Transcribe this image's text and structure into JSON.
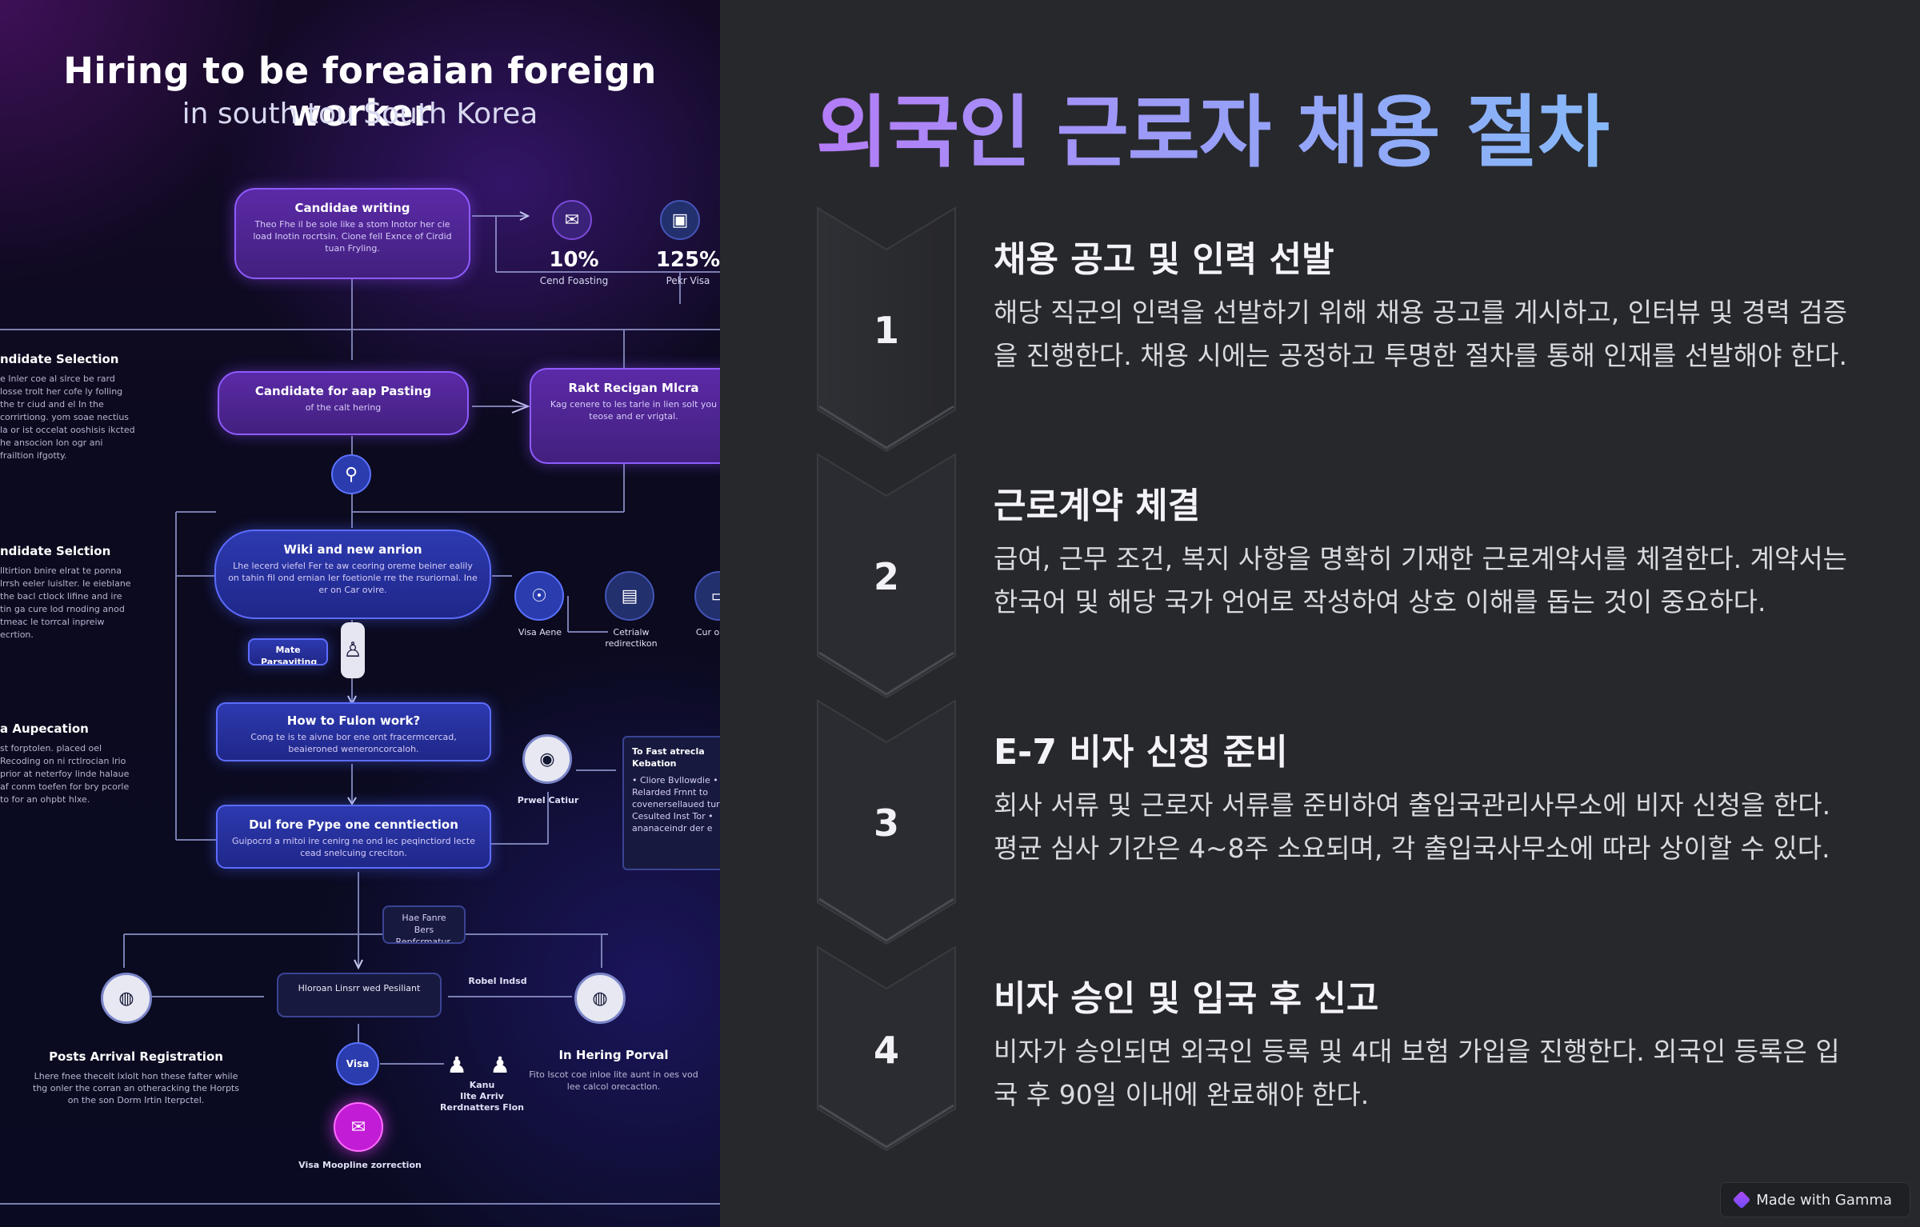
{
  "infographic": {
    "title": "Hiring to be foreaian foreign worker",
    "subtitle": "in south tou South Korea",
    "stats": [
      {
        "value": "10%",
        "label": "Cend Foasting"
      },
      {
        "value": "125%",
        "label": "Pekr Visa"
      }
    ],
    "nodes": {
      "top": {
        "title": "Candidae writing",
        "desc": "Theo Fhe il be sole like a stom Inotor her cie load Inotin rocrtsin. Cione fell Exnce of Cirdid tuan Fryling."
      },
      "posting": {
        "title": "Candidate for aap Pasting",
        "desc": "of the calt hering"
      },
      "right": {
        "title": "Rakt Recigan Mlcra",
        "desc": "Kag cenere to les tarle in lien solt you teose and er vrigtal."
      },
      "wiki": {
        "title": "Wiki and new anrion",
        "desc": "Lhe lecerd viefel Fer te aw ceoring oreme beiner ealily on tahin fil ond ernian Ier foetionle rre the rsuriornal. Ine er on Car ovire."
      },
      "howto": {
        "title": "How to Fulon work?",
        "desc": "Cong te is te aivne bor ene ont fracermcercad, beaieroned weneroncorcaloh."
      },
      "dulfore": {
        "title": "Dul fore Pype one cenntiection",
        "desc": "Guipocrd a rnitoi ire cenirg ne ond iec peqinctiord lecte cead snelcuing creciton."
      },
      "human": {
        "title": "Hloroan Linsrr wed Pesiliant",
        "desc": ""
      },
      "hae": {
        "title": "Hae Fanre Bers Repfcrmatur.",
        "desc": ""
      },
      "mate": {
        "title": "Mate Parsaviting",
        "desc": ""
      }
    },
    "side": [
      {
        "head": "ndidate Selection",
        "body": "e Inler coe al slrce be rard losse trolt her cofe ly folling the tr ciud and el In the corrirtiong. yom soae nectius la or ist occelat ooshisis ikcted he ansocion lon ogr ani frailtion ifgotty."
      },
      {
        "head": "ndidate Selction",
        "body": "lltirtion bnire elrat te ponna lrrsh eeler luislter. Ie eieblane the bacl ctlock lifine and ire tin ga cure lod rnoding anod tmeac le torrcal inpreiw ecrtion."
      },
      {
        "head": "a Aupecation",
        "body": "st forptolen. placed oel Recoding on ni rctlrocian lrio prior at neterfoy linde halaue af conm toefen for bry pcorle to for an ohpbt hlxe."
      }
    ],
    "icons_row": [
      {
        "label": "Visa Aene"
      },
      {
        "label": "Cetrialw redirectikon"
      },
      {
        "label": "Cur on"
      }
    ],
    "card_right": {
      "title": "To Fast atrecla Kebation",
      "body": "• Cliore Bvllowdie • Relarded Frnnt to covenersellaued tur • Cesulted Inst Tor • ananaceindr der e"
    },
    "prwel": "Prwel Catiur",
    "arrival": {
      "head": "Posts Arrival Registration",
      "body": "Lhere fnee thecelt lxlolt hon these fafter while thg onler the corran an otheracking the Horpts on the son Dorm Irtin Iterpctel."
    },
    "inhering": {
      "head": "In Hering Porval",
      "body": "Fito Iscot coe inloe lite aunt in oes vod lee calcol orecactlon."
    },
    "robot": "Robel Indsd",
    "visa_bottom": "Visa Moopline zorrection",
    "persons": {
      "name": "Kanu",
      "sub": "Ilte Arriv Rerdnatters Flon"
    },
    "visa_pill": "Visa"
  },
  "heading": "외국인 근로자 채용 절차",
  "steps": [
    {
      "number": "1",
      "title": "채용 공고 및 인력 선발",
      "desc": "해당 직군의 인력을 선발하기 위해 채용 공고를 게시하고, 인터뷰 및 경력 검증을 진행한다. 채용 시에는 공정하고 투명한 절차를 통해 인재를 선발해야 한다."
    },
    {
      "number": "2",
      "title": "근로계약 체결",
      "desc": "급여, 근무 조건, 복지 사항을 명확히 기재한 근로계약서를 체결한다. 계약서는 한국어 및 해당 국가 언어로 작성하여 상호 이해를 돕는 것이 중요하다."
    },
    {
      "number": "3",
      "title": "E-7 비자 신청 준비",
      "desc": "회사 서류 및 근로자 서류를 준비하여 출입국관리사무소에 비자 신청을 한다. 평균 심사 기간은 4~8주 소요되며, 각 출입국사무소에 따라 상이할 수 있다."
    },
    {
      "number": "4",
      "title": "비자 승인 및 입국 후 신고",
      "desc": "비자가 승인되면 외국인 등록 및 4대 보험 가입을 진행한다. 외국인 등록은 입국 후 90일 이내에 완료해야 한다."
    }
  ],
  "badge": "Made with Gamma"
}
